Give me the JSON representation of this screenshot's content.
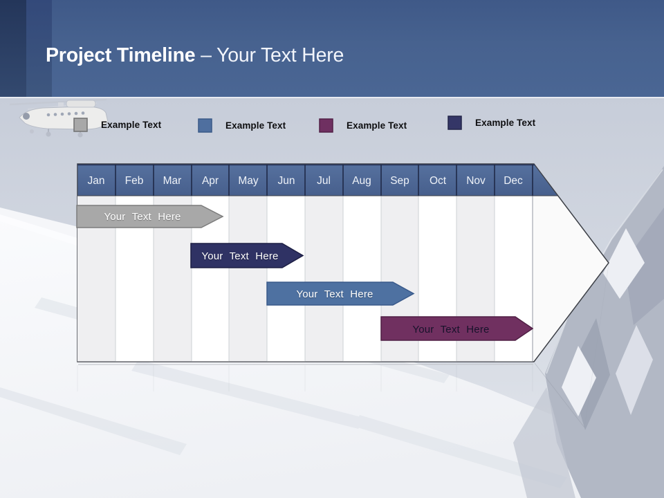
{
  "slide": {
    "title": {
      "primary": "Project Timeline",
      "separator": " – ",
      "secondary": "Your Text Here"
    }
  },
  "legend": {
    "items": [
      {
        "label": "Example Text",
        "fill": "#a8a8a8",
        "border": "#717171"
      },
      {
        "label": "Example Text",
        "fill": "#4f6f9f",
        "border": "#3a5a88"
      },
      {
        "label": "Example Text",
        "fill": "#6f3061",
        "border": "#532147"
      },
      {
        "label": "Example Text",
        "fill": "#343667",
        "border": "#232549"
      }
    ]
  },
  "timeline": {
    "months": [
      "Jan",
      "Feb",
      "Mar",
      "Apr",
      "May",
      "Jun",
      "Jul",
      "Aug",
      "Sep",
      "Oct",
      "Nov",
      "Dec"
    ],
    "header_color": "#4e6896",
    "bars": [
      {
        "label": "Your Text Here",
        "fill": "#a8a8a8",
        "stroke": "#7c7c7c",
        "text_color": "#ffffff"
      },
      {
        "label": "Your Text Here",
        "fill": "#2f3264",
        "stroke": "#1d1f44",
        "text_color": "#ffffff"
      },
      {
        "label": "Your Text Here",
        "fill": "#4e71a1",
        "stroke": "#3a5a8b",
        "text_color": "#ffffff"
      },
      {
        "label": "Your Text Here",
        "fill": "#703060",
        "stroke": "#4f1f44",
        "text_color": "#17122b"
      }
    ]
  },
  "chart_data": {
    "type": "bar",
    "subtype": "gantt-timeline",
    "title": "Project Timeline – Your Text Here",
    "categories": [
      "Jan",
      "Feb",
      "Mar",
      "Apr",
      "May",
      "Jun",
      "Jul",
      "Aug",
      "Sep",
      "Oct",
      "Nov",
      "Dec"
    ],
    "units": "months from start of Jan (0-12)",
    "series": [
      {
        "name": "Your Text Here",
        "color": "#a8a8a8",
        "row": 1,
        "start": 0.0,
        "end": 3.85
      },
      {
        "name": "Your Text Here",
        "color": "#2f3264",
        "row": 2,
        "start": 3.0,
        "end": 5.95
      },
      {
        "name": "Your Text Here",
        "color": "#4e71a1",
        "row": 3,
        "start": 5.0,
        "end": 8.85
      },
      {
        "name": "Your Text Here",
        "color": "#703060",
        "row": 4,
        "start": 8.0,
        "end": 12.0
      }
    ],
    "legend_entries": [
      "Example Text",
      "Example Text",
      "Example Text",
      "Example Text"
    ],
    "legend_position": "top",
    "grid": "vertical month columns, alternating shading"
  }
}
